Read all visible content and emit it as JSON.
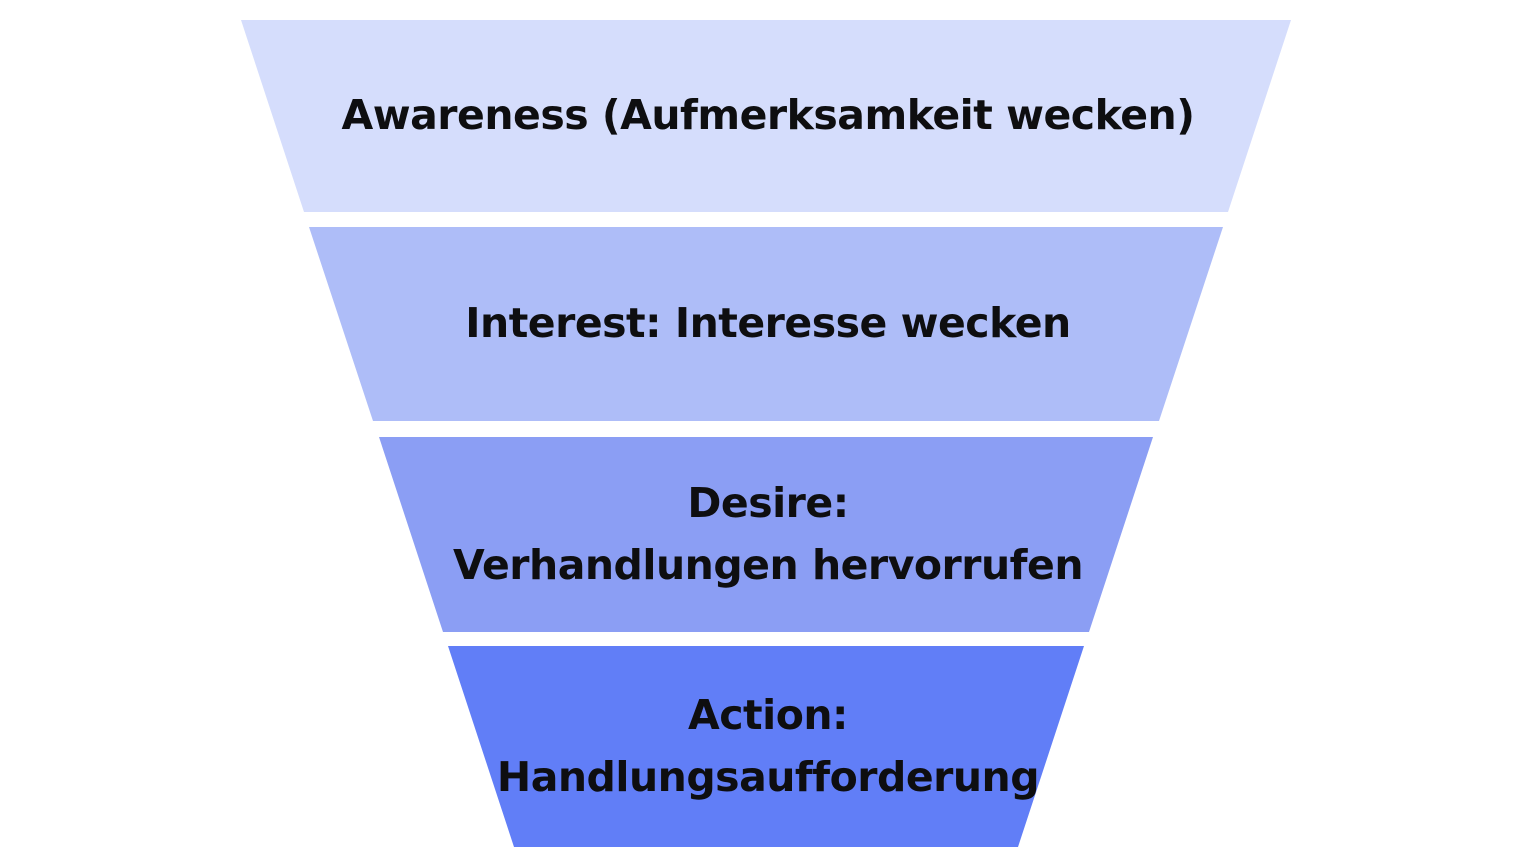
{
  "diagram": {
    "type": "funnel",
    "background": "#ffffff",
    "text_color": "#0e0e10",
    "stages": [
      {
        "name": "Awareness",
        "color": "#d5ddfc",
        "lines": [
          "Awareness (Aufmerksamkeit wecken)"
        ]
      },
      {
        "name": "Interest",
        "color": "#aebdf8",
        "lines": [
          "Interest: Interesse wecken"
        ]
      },
      {
        "name": "Desire",
        "color": "#8b9ef4",
        "lines": [
          "Desire:",
          "Verhandlungen hervorrufen"
        ]
      },
      {
        "name": "Action",
        "color": "#617ef7",
        "lines": [
          "Action:",
          "Handlungsaufforderung"
        ]
      }
    ]
  }
}
